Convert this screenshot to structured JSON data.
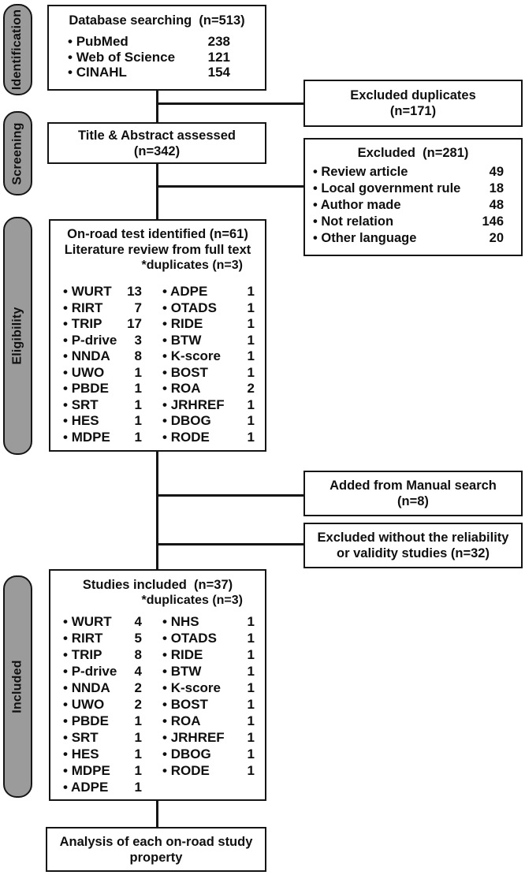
{
  "stages": [
    "Identification",
    "Screening",
    "Eligibility",
    "Included"
  ],
  "boxes": {
    "database_searching": {
      "title": "Database searching  (n=513)",
      "items": [
        {
          "label": "PubMed",
          "value": "238"
        },
        {
          "label": "Web of Science",
          "value": "121"
        },
        {
          "label": "CINAHL",
          "value": "154"
        }
      ]
    },
    "excluded_duplicates": {
      "line1": "Excluded duplicates",
      "line2": "(n=171)"
    },
    "title_abstract_assessed": {
      "line1": "Title & Abstract assessed",
      "line2": "(n=342)"
    },
    "excluded": {
      "title": "Excluded  (n=281)",
      "items": [
        {
          "label": "Review article",
          "value": "49"
        },
        {
          "label": "Local government rule",
          "value": "18"
        },
        {
          "label": "Author made",
          "value": "48"
        },
        {
          "label": "Not relation",
          "value": "146"
        },
        {
          "label": "Other language",
          "value": "20"
        }
      ]
    },
    "on_road_identified": {
      "title_line1": "On-road test identified (n=61)",
      "title_line2": "Literature review from full text",
      "note": "*duplicates (n=3)",
      "left_items": [
        {
          "label": "WURT",
          "value": "13"
        },
        {
          "label": "RIRT",
          "value": "7"
        },
        {
          "label": "TRIP",
          "value": "17"
        },
        {
          "label": "P-drive",
          "value": "3"
        },
        {
          "label": "NNDA",
          "value": "8"
        },
        {
          "label": "UWO",
          "value": "1"
        },
        {
          "label": "PBDE",
          "value": "1"
        },
        {
          "label": "SRT",
          "value": "1"
        },
        {
          "label": "HES",
          "value": "1"
        },
        {
          "label": "MDPE",
          "value": "1"
        }
      ],
      "right_items": [
        {
          "label": "ADPE",
          "value": "1"
        },
        {
          "label": "OTADS",
          "value": "1"
        },
        {
          "label": "RIDE",
          "value": "1"
        },
        {
          "label": "BTW",
          "value": "1"
        },
        {
          "label": "K-score",
          "value": "1"
        },
        {
          "label": "BOST",
          "value": "1"
        },
        {
          "label": "ROA",
          "value": "2"
        },
        {
          "label": "JRHREF",
          "value": "1"
        },
        {
          "label": "DBOG",
          "value": "1"
        },
        {
          "label": "RODE",
          "value": "1"
        }
      ]
    },
    "manual_search": {
      "line1": "Added from Manual search",
      "line2": "(n=8)"
    },
    "excluded_reliability": {
      "line1": "Excluded without the reliability",
      "line2": "or validity studies (n=32)"
    },
    "studies_included": {
      "title": "Studies included  (n=37)",
      "note": "*duplicates (n=3)",
      "left_items": [
        {
          "label": "WURT",
          "value": "4"
        },
        {
          "label": "RIRT",
          "value": "5"
        },
        {
          "label": "TRIP",
          "value": "8"
        },
        {
          "label": "P-drive",
          "value": "4"
        },
        {
          "label": "NNDA",
          "value": "2"
        },
        {
          "label": "UWO",
          "value": "2"
        },
        {
          "label": "PBDE",
          "value": "1"
        },
        {
          "label": "SRT",
          "value": "1"
        },
        {
          "label": "HES",
          "value": "1"
        },
        {
          "label": "MDPE",
          "value": "1"
        },
        {
          "label": "ADPE",
          "value": "1"
        }
      ],
      "right_items": [
        {
          "label": "NHS",
          "value": "1"
        },
        {
          "label": "OTADS",
          "value": "1"
        },
        {
          "label": "RIDE",
          "value": "1"
        },
        {
          "label": "BTW",
          "value": "1"
        },
        {
          "label": "K-score",
          "value": "1"
        },
        {
          "label": "BOST",
          "value": "1"
        },
        {
          "label": "ROA",
          "value": "1"
        },
        {
          "label": "JRHREF",
          "value": "1"
        },
        {
          "label": "DBOG",
          "value": "1"
        },
        {
          "label": "RODE",
          "value": "1"
        }
      ]
    },
    "analysis": {
      "line1": "Analysis of each on-road study",
      "line2": "property"
    }
  },
  "colors": {
    "stage_fill": "#9b9b9b",
    "line": "#151515",
    "text": "#0f0f0f",
    "box_bg": "#ffffff"
  }
}
